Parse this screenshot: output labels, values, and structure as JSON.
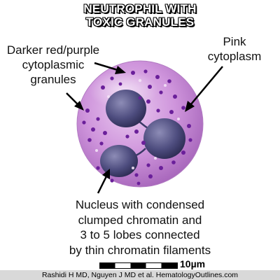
{
  "title": {
    "line1": "NEUTROPHIL WITH",
    "line2": "TOXIC GRANULES"
  },
  "labels": {
    "granules": [
      "Darker red/purple",
      "cytoplasmic",
      "granules"
    ],
    "cytoplasm": [
      "Pink",
      "cytoplasm"
    ],
    "nucleus": [
      "Nucleus with condensed",
      "clumped chromatin and",
      "3 to 5 lobes connected",
      "by thin chromatin filaments"
    ]
  },
  "scale": {
    "label": "10µm"
  },
  "footer": {
    "credit": "Rashidi H MD, Nguyen J MD et al. HematologyOutlines.com"
  },
  "colors": {
    "cytoplasm": "#c98fd6",
    "granule": "#6a1f9a",
    "nucleus": "#4b4a7a"
  }
}
